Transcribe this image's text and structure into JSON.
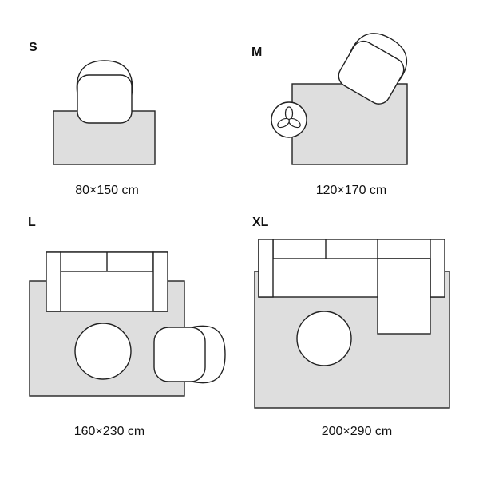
{
  "panels": [
    {
      "size": "S",
      "dimensions": "80×150 cm"
    },
    {
      "size": "M",
      "dimensions": "120×170 cm"
    },
    {
      "size": "L",
      "dimensions": "160×230 cm"
    },
    {
      "size": "XL",
      "dimensions": "200×290 cm"
    }
  ],
  "colors": {
    "rug": "#dedede",
    "stroke": "#222222",
    "furniture": "#ffffff"
  }
}
